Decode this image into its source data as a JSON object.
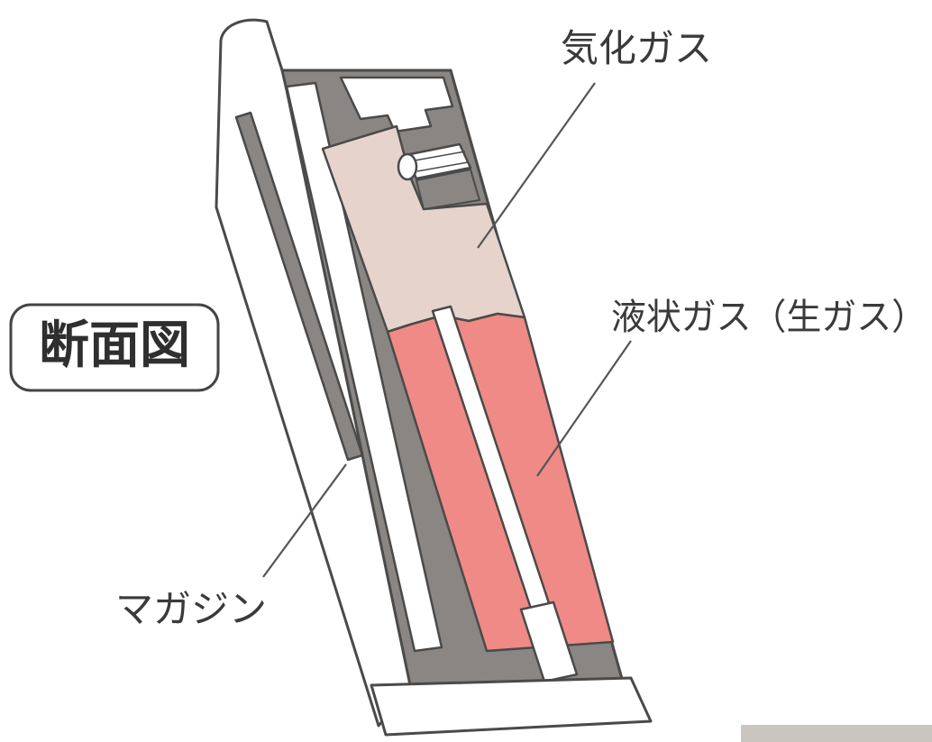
{
  "title": "断面図",
  "labels": {
    "vaporized_gas": "気化ガス",
    "liquid_gas": "液状ガス（生ガス）",
    "magazine": "マガジン"
  },
  "colors": {
    "background": "#ffffff",
    "magazine_body": "#8a8683",
    "outline": "#4a4a4a",
    "vaporized_gas_fill": "#e6d3cc",
    "liquid_gas_fill": "#f08a86",
    "inner_white": "#ffffff"
  }
}
